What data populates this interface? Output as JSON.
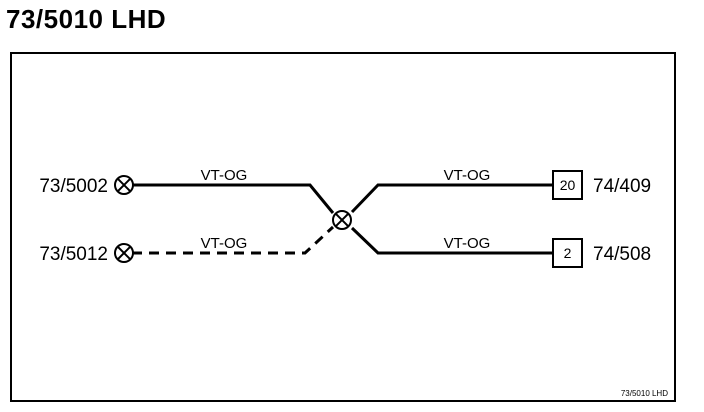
{
  "title": "73/5010 LHD",
  "footer_ref": "73/5010 LHD",
  "connectors": {
    "left_top": "73/5002",
    "left_bottom": "73/5012",
    "right_top": "74/409",
    "right_bottom": "74/508"
  },
  "pins": {
    "right_top": "20",
    "right_bottom": "2"
  },
  "wires": {
    "top_left": "VT-OG",
    "bottom_left": "VT-OG",
    "top_right": "VT-OG",
    "bottom_right": "VT-OG"
  },
  "icons": {
    "connector": "circle-x-connector-icon",
    "splice": "circle-x-splice-icon"
  }
}
